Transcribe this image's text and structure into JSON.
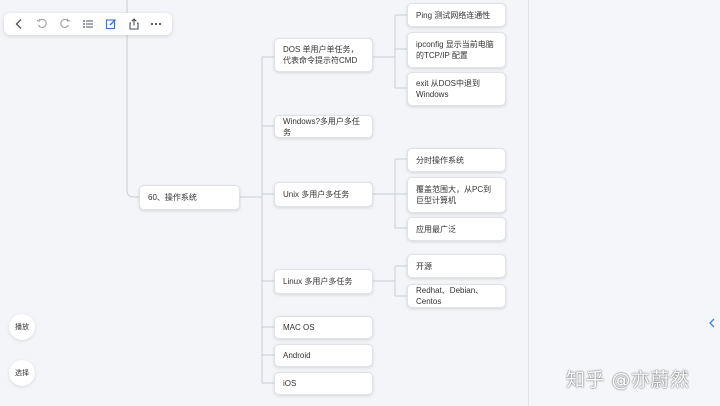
{
  "colors": {
    "canvas_bg": "#f3f5f8",
    "line": "#c9ced6",
    "icon": "#4a4f57",
    "collapse_arrow": "#3b82f6"
  },
  "toolbar": {
    "icons": [
      "back-icon",
      "undo-icon",
      "redo-icon",
      "list-icon",
      "edit-icon",
      "share-icon",
      "more-icon"
    ]
  },
  "mindmap": {
    "root": "60、操作系统",
    "dos": {
      "label": "DOS 单用户单任务，代表命令提示符CMD",
      "children": [
        "Ping 测试网络连通性",
        "ipconfig 显示当前电脑的TCP/IP 配置",
        "exit 从DOS中退到Windows"
      ]
    },
    "windows": {
      "label": "Windows?多用户多任务"
    },
    "unix": {
      "label": "Unix 多用户多任务",
      "children": [
        "分时操作系统",
        "覆盖范围大，从PC到巨型计算机",
        "应用最广泛"
      ]
    },
    "linux": {
      "label": "Linux 多用户多任务",
      "children": [
        "开源",
        "Redhat、Debian、Centos"
      ]
    },
    "mac": {
      "label": "MAC OS"
    },
    "android": {
      "label": "Android"
    },
    "ios": {
      "label": "iOS"
    }
  },
  "side_buttons": {
    "play": "播放",
    "select": "选择"
  },
  "watermark": "知乎 @亦蔚然"
}
